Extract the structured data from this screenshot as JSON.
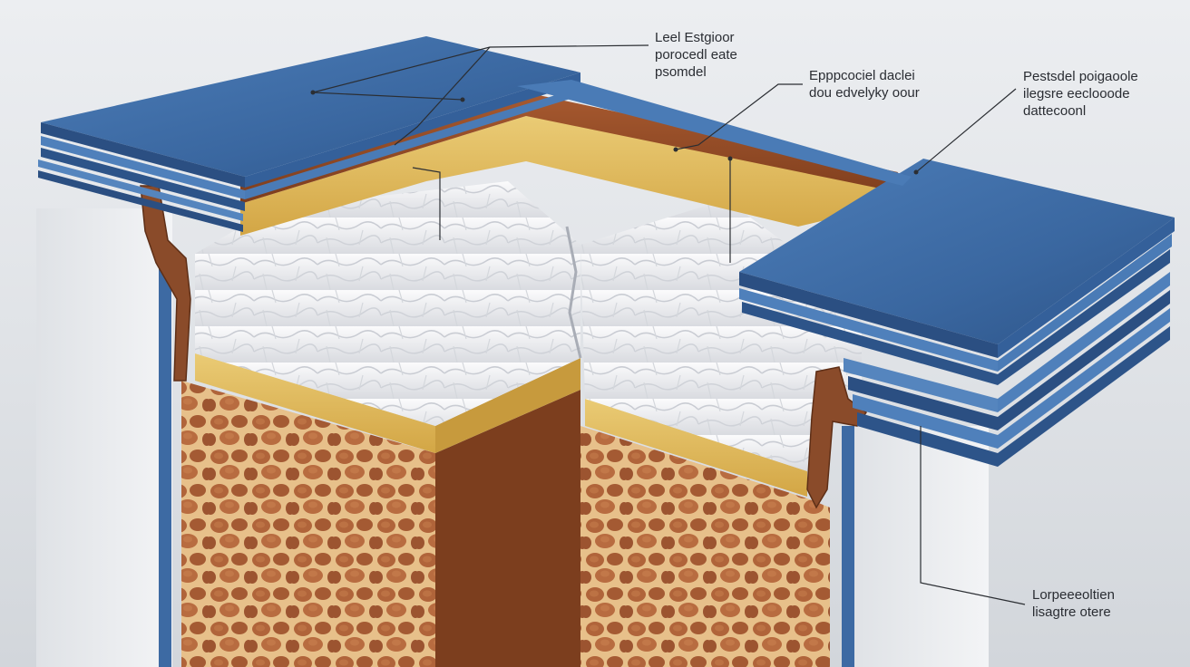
{
  "callouts": {
    "top_left": {
      "line1": "Leel Estgioor",
      "line2": "porocedl eate",
      "line3": "psomdel"
    },
    "top_center": {
      "line1": "Epppcociel daclei",
      "line2": "dou edvelyky oour"
    },
    "top_right": {
      "line1": "Pestsdel poigaoole",
      "line2": "ilegsre eeclooode",
      "line3": "dattecoonl"
    },
    "bottom_right": {
      "line1": "Lorpeeeoltien",
      "line2": "lisagtre otere"
    }
  },
  "colors": {
    "background": "#e4e7eb",
    "roof_blue": "#3f6fa8",
    "wood_brown": "#9a4f2a",
    "timber_yellow": "#e2bd5e",
    "insulation_white": "#f2f3f5",
    "porous_brown": "#b46a3e",
    "wall_grey": "#e8eaed"
  }
}
